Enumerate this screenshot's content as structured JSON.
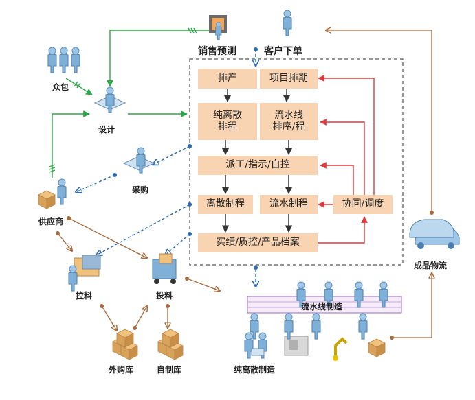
{
  "top": {
    "forecast": "销售预测",
    "customer_order": "客户下单"
  },
  "nodes": {
    "crowd": "众包",
    "design": "设计",
    "purchase": "采购",
    "supplier": "供应商",
    "pull": "拉料",
    "feed": "投料",
    "ext_store": "外购库",
    "self_store": "自制库",
    "discrete_mfg": "纯离散制造",
    "line_mfg": "流水线制造",
    "logistics": "成品物流"
  },
  "process": {
    "schedule": "排产",
    "project_schedule": "项目排期",
    "discrete_plan_1": "纯离散",
    "discrete_plan_2": "排程",
    "line_plan_1": "流水线",
    "line_plan_2": "排序/程",
    "dispatch": "派工/指示/自控",
    "discrete_ctrl": "离散制程",
    "line_ctrl": "流水制程",
    "coordinate": "协同/调度",
    "records": "实绩/质控/产品档案"
  },
  "colors": {
    "box_fill": "#f8d4b2",
    "green": "#2aa845",
    "blue": "#2b6cb0",
    "red": "#e03a3a",
    "brown": "#a86a3c"
  }
}
